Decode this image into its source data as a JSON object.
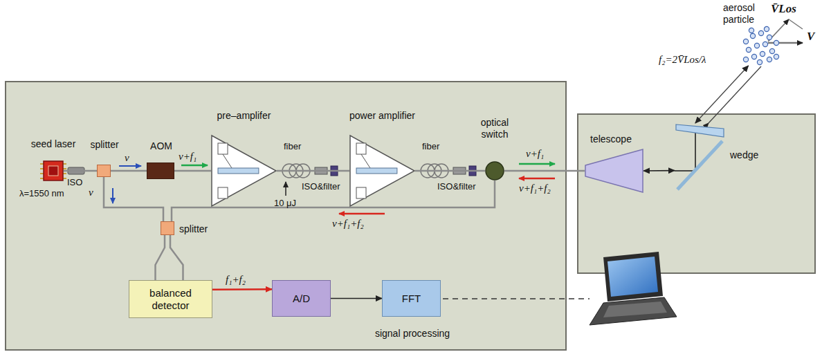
{
  "diagram": {
    "nodes": [
      {
        "text": [
          "seed laser"
        ]
      },
      {
        "text": [
          "splitter"
        ]
      },
      {
        "text": [
          "AOM"
        ]
      },
      {
        "text": [
          "pre–amplifer"
        ]
      },
      {
        "text": [
          "power amplifier"
        ]
      },
      {
        "text": [
          "optical switch"
        ]
      },
      {
        "text": [
          "telescope"
        ]
      },
      {
        "text": [
          "wedge"
        ]
      },
      {
        "text": [
          "aerosol particle"
        ]
      },
      {
        "text": [
          "splitter"
        ]
      },
      {
        "text": [
          "balanced detector"
        ]
      },
      {
        "text": [
          "A/D"
        ]
      },
      {
        "text": [
          "FFT",
          "signal processing"
        ]
      }
    ],
    "edges": [
      {
        "from": 0,
        "to": 1,
        "arrow": "none"
      },
      {
        "from": 1,
        "to": 2,
        "label": "v",
        "arrow": "none"
      },
      {
        "from": 1,
        "to": 9,
        "label": "v",
        "arrow": "none"
      },
      {
        "from": 2,
        "to": 3,
        "label": "v+f₁",
        "arrow": "none"
      },
      {
        "from": 3,
        "to": 4,
        "arrow": "none"
      },
      {
        "from": 4,
        "to": 5,
        "arrow": "none"
      },
      {
        "from": 5,
        "to": 6,
        "label": "v+f₁",
        "arrow": "none"
      },
      {
        "from": 6,
        "to": 7,
        "arrow": "both"
      },
      {
        "from": 7,
        "to": 8,
        "label": "f₂=2V̄Los/λ",
        "arrow": "both"
      },
      {
        "from": 5,
        "to": 9,
        "label": "v+f₁+f₂",
        "arrow": "none"
      },
      {
        "from": 9,
        "to": 10,
        "arrow": "none"
      },
      {
        "from": 10,
        "to": 11,
        "label": "f₁+f₂",
        "arrow": "to"
      },
      {
        "from": 11,
        "to": 12,
        "arrow": "to"
      }
    ],
    "labels": [
      "ISO",
      "λ=1550 nm",
      "fiber",
      "10 μJ",
      "ISO&filter",
      "fiber",
      "ISO&filter",
      "v+f₁+f₂",
      "V̄Los",
      "V"
    ]
  }
}
